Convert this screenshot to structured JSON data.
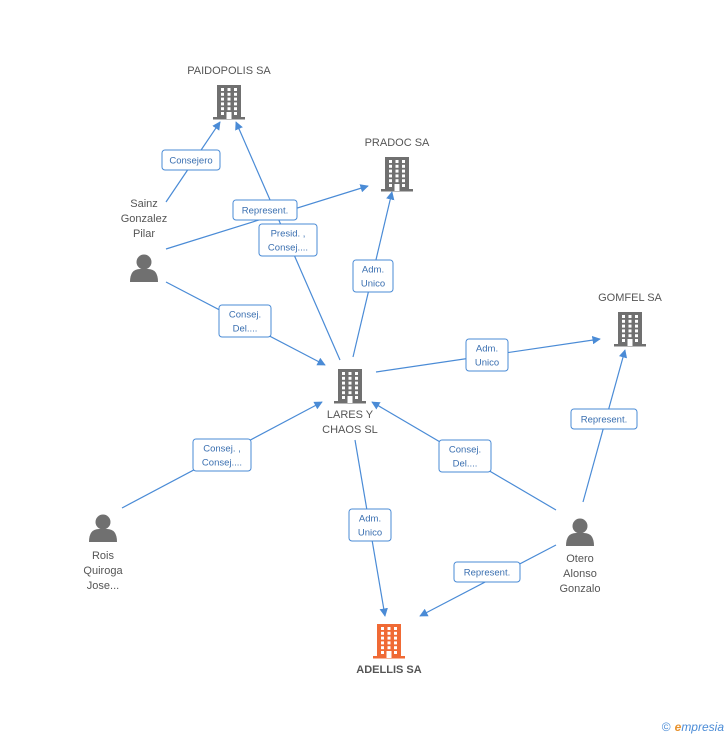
{
  "colors": {
    "edge": "#4a8bd6",
    "company": "#707070",
    "company_focus": "#f06a35",
    "person": "#707070",
    "label_text": "#555555",
    "edge_label_text": "#3a6fb0"
  },
  "nodes": [
    {
      "id": "paidopolis",
      "type": "company",
      "lines": [
        "PAIDOPOLIS SA"
      ],
      "label_pos": "above"
    },
    {
      "id": "pradoc",
      "type": "company",
      "lines": [
        "PRADOC SA"
      ],
      "label_pos": "above"
    },
    {
      "id": "gomfel",
      "type": "company",
      "lines": [
        "GOMFEL SA"
      ],
      "label_pos": "above"
    },
    {
      "id": "lares",
      "type": "company",
      "lines": [
        "LARES Y",
        "CHAOS SL"
      ],
      "label_pos": "below"
    },
    {
      "id": "adellis",
      "type": "company_focus",
      "lines": [
        "ADELLIS SA"
      ],
      "label_pos": "below"
    },
    {
      "id": "sainz",
      "type": "person",
      "lines": [
        "Sainz",
        "Gonzalez",
        "Pilar"
      ],
      "label_pos": "above"
    },
    {
      "id": "rois",
      "type": "person",
      "lines": [
        "Rois",
        "Quiroga",
        "Jose..."
      ],
      "label_pos": "below"
    },
    {
      "id": "otero",
      "type": "person",
      "lines": [
        "Otero",
        "Alonso",
        "Gonzalo"
      ],
      "label_pos": "below"
    }
  ],
  "edges": [
    {
      "from": "sainz",
      "to": "paidopolis",
      "lines": [
        "Consejero"
      ]
    },
    {
      "from": "sainz",
      "to": "pradoc",
      "lines": [
        "Represent."
      ]
    },
    {
      "from": "lares",
      "to": "paidopolis",
      "lines": [
        "Presid. ,",
        "Consej...."
      ]
    },
    {
      "from": "lares",
      "to": "pradoc",
      "lines": [
        "Adm.",
        "Unico"
      ]
    },
    {
      "from": "sainz",
      "to": "lares",
      "lines": [
        "Consej.",
        "Del...."
      ]
    },
    {
      "from": "lares",
      "to": "gomfel",
      "lines": [
        "Adm.",
        "Unico"
      ]
    },
    {
      "from": "rois",
      "to": "lares",
      "lines": [
        "Consej. ,",
        "Consej...."
      ]
    },
    {
      "from": "otero",
      "to": "lares",
      "lines": [
        "Consej.",
        "Del...."
      ]
    },
    {
      "from": "otero",
      "to": "gomfel",
      "lines": [
        "Represent."
      ]
    },
    {
      "from": "lares",
      "to": "adellis",
      "lines": [
        "Adm.",
        "Unico"
      ]
    },
    {
      "from": "otero",
      "to": "adellis",
      "lines": [
        "Represent."
      ]
    }
  ],
  "footer": {
    "copyright": "©",
    "brand_initial": "e",
    "brand_rest": "mpresia"
  }
}
